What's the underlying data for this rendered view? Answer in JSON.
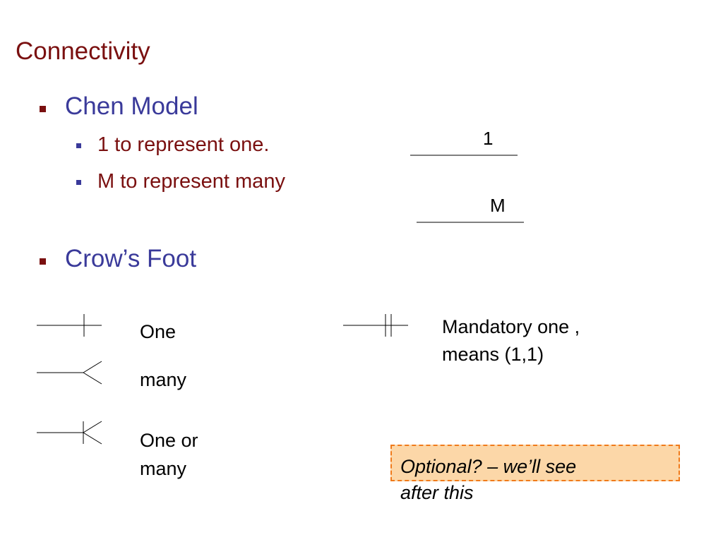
{
  "title": "Connectivity",
  "chen": {
    "heading": "Chen Model",
    "items": [
      "1 to represent one.",
      "M to represent many"
    ],
    "one_label": "1",
    "many_label": "M"
  },
  "crowsfoot": {
    "heading": "Crow’s Foot",
    "one": "One",
    "many": "many",
    "one_or_many_line1": "One or",
    "one_or_many_line2": "many",
    "mandatory_line1": "Mandatory one ,",
    "mandatory_line2": "means (1,1)"
  },
  "note": {
    "line1": "Optional? – we’ll see",
    "line2": "after this"
  },
  "colors": {
    "title": "#7a1010",
    "heading": "#3a3a9a",
    "note_fill": "#fcd7a8",
    "note_border": "#f07a1a"
  }
}
